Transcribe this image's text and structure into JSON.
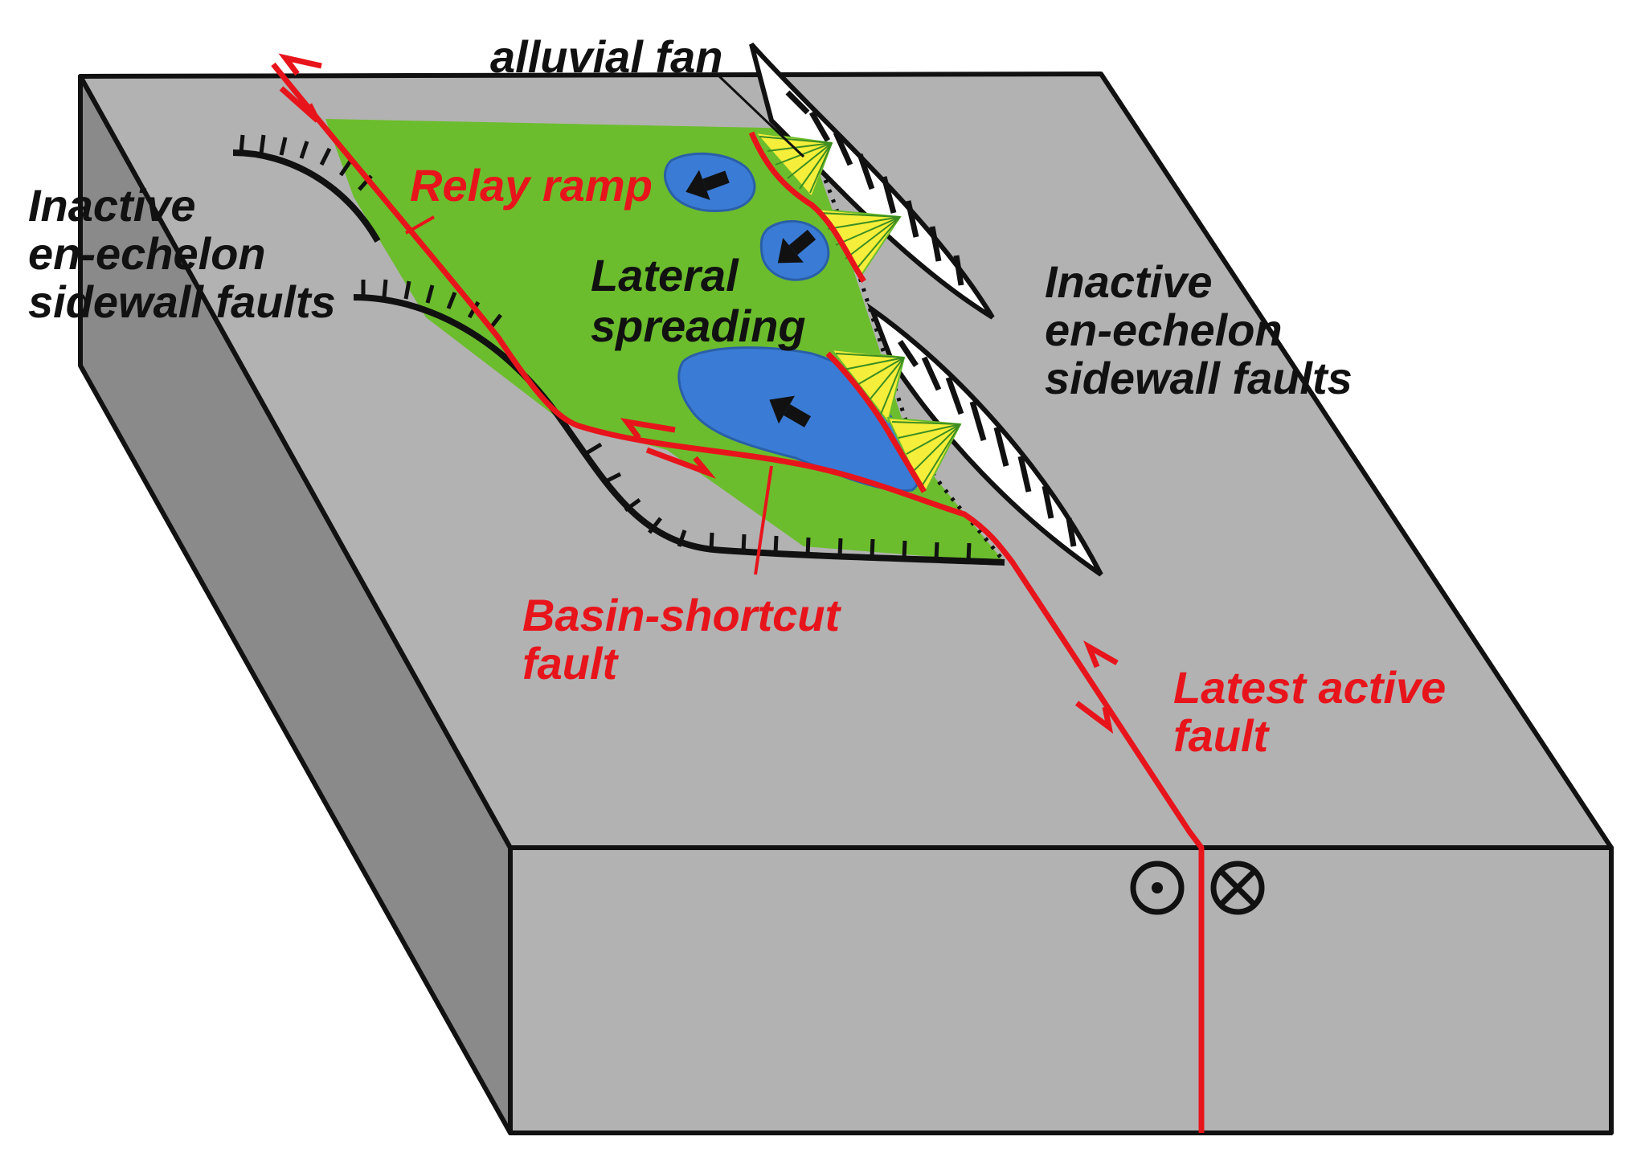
{
  "colors": {
    "block_top": "#b2b2b2",
    "block_front": "#b2b2b2",
    "block_side": "#8a8a8a",
    "outline": "#111111",
    "basin_green": "#6cbd2d",
    "pond_blue": "#3a7bd5",
    "pond_edge": "#2a5fa8",
    "fan_yellow": "#f5ee3a",
    "active_fault_red": "#e8141b",
    "inactive_fault_black": "#111111"
  },
  "labels": {
    "alluvial_fan": "alluvial fan",
    "relay_ramp": "Relay ramp",
    "lateral_spreading": [
      "Lateral",
      "spreading"
    ],
    "inactive_left": [
      "Inactive",
      "en-echelon",
      "sidewall faults"
    ],
    "inactive_right": [
      "Inactive",
      "en-echelon",
      "sidewall faults"
    ],
    "basin_shortcut": [
      "Basin-shortcut",
      "fault"
    ],
    "latest_active": [
      "Latest active",
      "fault"
    ]
  },
  "symbols": {
    "out_of_page": "dot-in-circle",
    "into_page": "cross-in-circle"
  }
}
